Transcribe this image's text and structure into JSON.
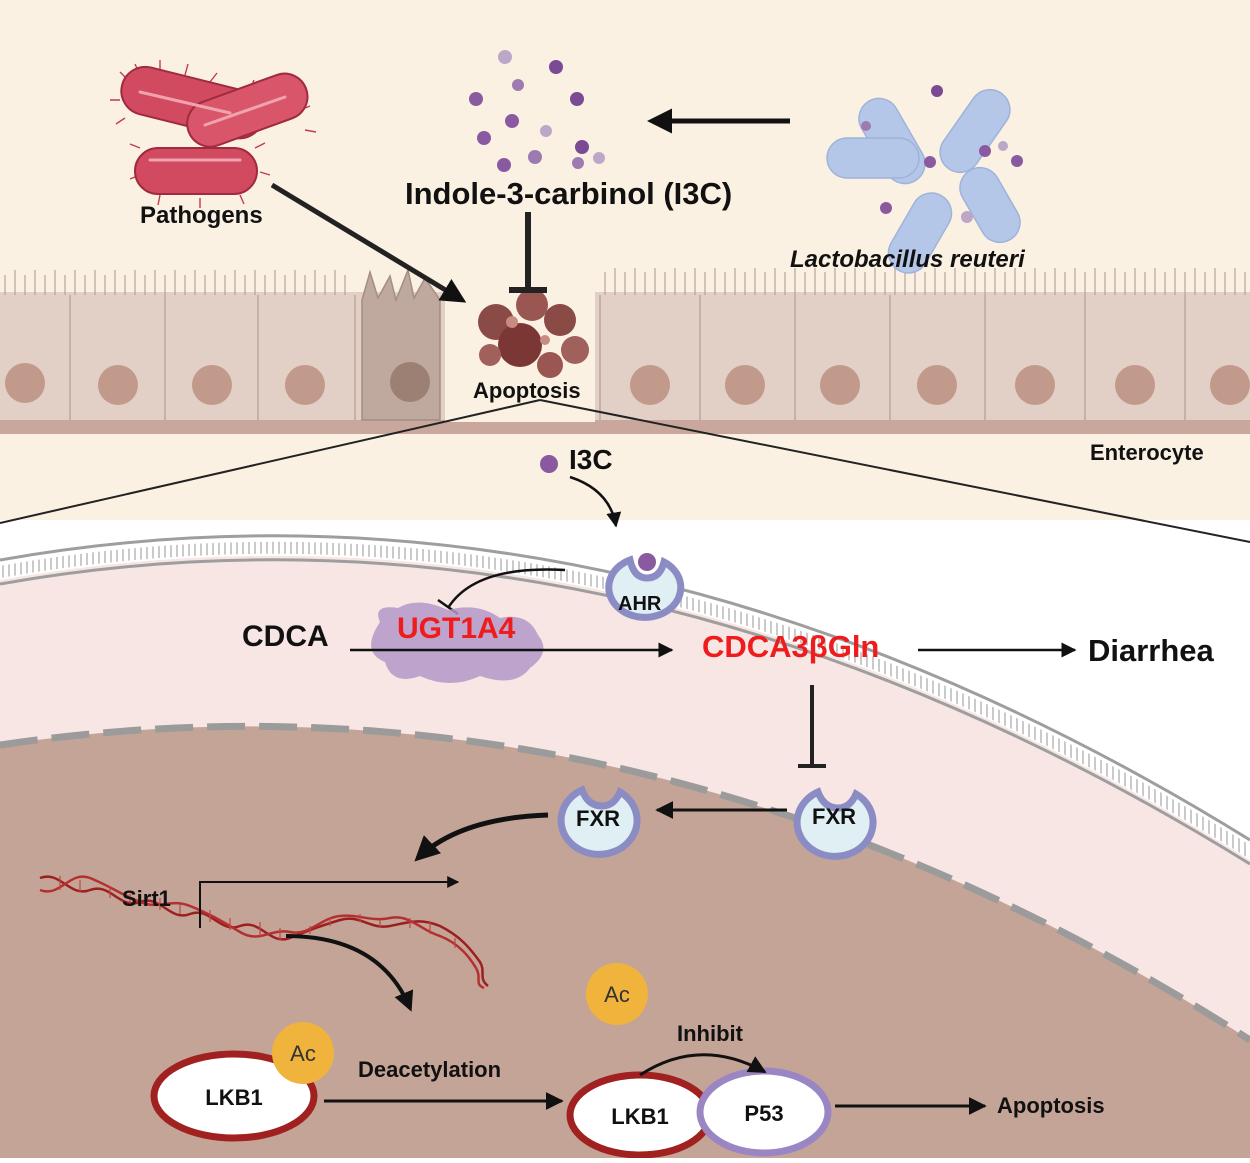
{
  "labels": {
    "pathogens": "Pathogens",
    "i3c_title": "Indole-3-carbinol (I3C)",
    "lactobacillus": "Lactobacillus reuteri",
    "apoptosis_top": "Apoptosis",
    "enterocyte": "Enterocyte",
    "i3c": "I3C",
    "ahr": "AHR",
    "cdca": "CDCA",
    "ugt1a4": "UGT1A4",
    "cdca3bgln": "CDCA3βGln",
    "diarrhea": "Diarrhea",
    "fxr_membrane": "FXR",
    "fxr_nucleus": "FXR",
    "sirt1": "Sirt1",
    "ac_free": "Ac",
    "ac_bound": "Ac",
    "lkb1_left": "LKB1",
    "deacetylation": "Deacetylation",
    "lkb1_right": "LKB1",
    "p53": "P53",
    "inhibit": "Inhibit",
    "apoptosis_bottom": "Apoptosis"
  },
  "colors": {
    "background_top": "#fbf1e3",
    "cytoplasm": "#f7e6e4",
    "nucleus": "#c3a497",
    "lumen_cell": "#e2cfc5",
    "highlight_red": "#ee1c1c",
    "receptor_outline": "#8b8cc4",
    "receptor_fill": "#dfeff3",
    "lkb1_ring": "#a12020",
    "p53_ring": "#9b86c4",
    "acetyl": "#f0b33c",
    "bacteria_red": "#d14a5f",
    "lactobacillus": "#b5c7e8",
    "i3c_dot": "#8a5aa0"
  }
}
